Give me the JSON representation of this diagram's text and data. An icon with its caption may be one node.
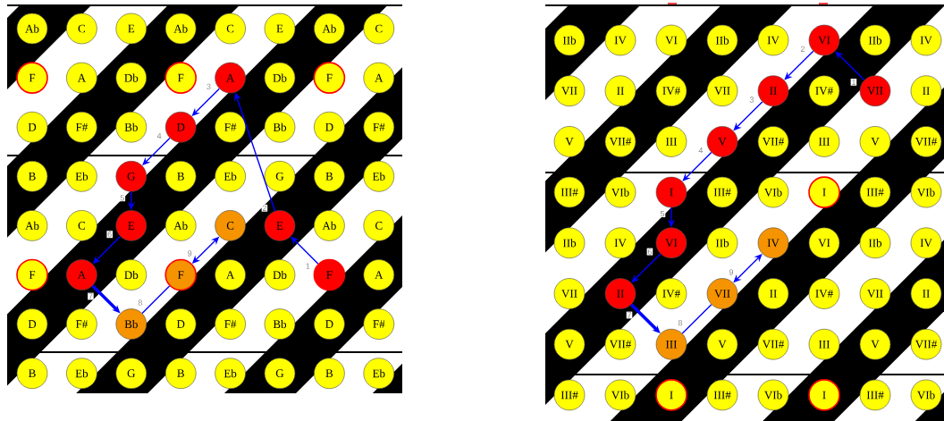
{
  "diagram": {
    "nodes": [
      {
        "text": [
          "Ab"
        ]
      },
      {
        "text": [
          "C"
        ]
      },
      {
        "text": [
          "E"
        ]
      },
      {
        "text": [
          "Ab"
        ]
      },
      {
        "text": [
          "C"
        ]
      },
      {
        "text": [
          "E"
        ]
      },
      {
        "text": [
          "Ab"
        ]
      },
      {
        "text": [
          "C"
        ]
      },
      {
        "text": [
          "F"
        ]
      },
      {
        "text": [
          "A"
        ]
      },
      {
        "text": [
          "Db"
        ]
      },
      {
        "text": [
          "F"
        ]
      },
      {
        "text": [
          "A"
        ]
      },
      {
        "text": [
          "Db"
        ]
      },
      {
        "text": [
          "F"
        ]
      },
      {
        "text": [
          "A"
        ]
      },
      {
        "text": [
          "D"
        ]
      },
      {
        "text": [
          "F#"
        ]
      },
      {
        "text": [
          "Bb"
        ]
      },
      {
        "text": [
          "D"
        ]
      },
      {
        "text": [
          "F#"
        ]
      },
      {
        "text": [
          "Bb"
        ]
      },
      {
        "text": [
          "D"
        ]
      },
      {
        "text": [
          "F#"
        ]
      },
      {
        "text": [
          "B"
        ]
      },
      {
        "text": [
          "Eb"
        ]
      },
      {
        "text": [
          "G"
        ]
      },
      {
        "text": [
          "B"
        ]
      },
      {
        "text": [
          "Eb"
        ]
      },
      {
        "text": [
          "G"
        ]
      },
      {
        "text": [
          "B"
        ]
      },
      {
        "text": [
          "Eb"
        ]
      },
      {
        "text": [
          "Ab"
        ]
      },
      {
        "text": [
          "C"
        ]
      },
      {
        "text": [
          "E"
        ]
      },
      {
        "text": [
          "Ab"
        ]
      },
      {
        "text": [
          "C"
        ]
      },
      {
        "text": [
          "E"
        ]
      },
      {
        "text": [
          "Ab"
        ]
      },
      {
        "text": [
          "C"
        ]
      },
      {
        "text": [
          "F"
        ]
      },
      {
        "text": [
          "A"
        ]
      },
      {
        "text": [
          "Db"
        ]
      },
      {
        "text": [
          "F"
        ]
      },
      {
        "text": [
          "A"
        ]
      },
      {
        "text": [
          "Db"
        ]
      },
      {
        "text": [
          "F"
        ]
      },
      {
        "text": [
          "A"
        ]
      },
      {
        "text": [
          "D"
        ]
      },
      {
        "text": [
          "F#"
        ]
      },
      {
        "text": [
          "Bb"
        ]
      },
      {
        "text": [
          "D"
        ]
      },
      {
        "text": [
          "F#"
        ]
      },
      {
        "text": [
          "Bb"
        ]
      },
      {
        "text": [
          "D"
        ]
      },
      {
        "text": [
          "F#"
        ]
      },
      {
        "text": [
          "B"
        ]
      },
      {
        "text": [
          "Eb"
        ]
      },
      {
        "text": [
          "G"
        ]
      },
      {
        "text": [
          "B"
        ]
      },
      {
        "text": [
          "Eb"
        ]
      },
      {
        "text": [
          "G"
        ]
      },
      {
        "text": [
          "B"
        ]
      },
      {
        "text": [
          "Eb"
        ]
      },
      {
        "text": [
          "IIb"
        ]
      },
      {
        "text": [
          "IV"
        ]
      },
      {
        "text": [
          "VI"
        ]
      },
      {
        "text": [
          "IIb"
        ]
      },
      {
        "text": [
          "IV"
        ]
      },
      {
        "text": [
          "VI"
        ]
      },
      {
        "text": [
          "IIb"
        ]
      },
      {
        "text": [
          "IV"
        ]
      },
      {
        "text": [
          "VII"
        ]
      },
      {
        "text": [
          "II"
        ]
      },
      {
        "text": [
          "IV#"
        ]
      },
      {
        "text": [
          "VII"
        ]
      },
      {
        "text": [
          "II"
        ]
      },
      {
        "text": [
          "IV#"
        ]
      },
      {
        "text": [
          "VII"
        ]
      },
      {
        "text": [
          "II"
        ]
      },
      {
        "text": [
          "V"
        ]
      },
      {
        "text": [
          "VII#"
        ]
      },
      {
        "text": [
          "III"
        ]
      },
      {
        "text": [
          "V"
        ]
      },
      {
        "text": [
          "VII#"
        ]
      },
      {
        "text": [
          "III"
        ]
      },
      {
        "text": [
          "V"
        ]
      },
      {
        "text": [
          "VII#"
        ]
      },
      {
        "text": [
          "III#"
        ]
      },
      {
        "text": [
          "VIb"
        ]
      },
      {
        "text": [
          "I"
        ]
      },
      {
        "text": [
          "III#"
        ]
      },
      {
        "text": [
          "VIb"
        ]
      },
      {
        "text": [
          "I"
        ]
      },
      {
        "text": [
          "III#"
        ]
      },
      {
        "text": [
          "VIb"
        ]
      },
      {
        "text": [
          "IIb"
        ]
      },
      {
        "text": [
          "IV"
        ]
      },
      {
        "text": [
          "VI"
        ]
      },
      {
        "text": [
          "IIb"
        ]
      },
      {
        "text": [
          "IV"
        ]
      },
      {
        "text": [
          "VI"
        ]
      },
      {
        "text": [
          "IIb"
        ]
      },
      {
        "text": [
          "IV"
        ]
      },
      {
        "text": [
          "VII"
        ]
      },
      {
        "text": [
          "II"
        ]
      },
      {
        "text": [
          "IV#"
        ]
      },
      {
        "text": [
          "VII"
        ]
      },
      {
        "text": [
          "II"
        ]
      },
      {
        "text": [
          "IV#"
        ]
      },
      {
        "text": [
          "VII"
        ]
      },
      {
        "text": [
          "II"
        ]
      },
      {
        "text": [
          "V"
        ]
      },
      {
        "text": [
          "VII#"
        ]
      },
      {
        "text": [
          "III"
        ]
      },
      {
        "text": [
          "V"
        ]
      },
      {
        "text": [
          "VII#"
        ]
      },
      {
        "text": [
          "III"
        ]
      },
      {
        "text": [
          "V"
        ]
      },
      {
        "text": [
          "VII#"
        ]
      },
      {
        "text": [
          "III#"
        ]
      },
      {
        "text": [
          "VIb"
        ]
      },
      {
        "text": [
          "I"
        ]
      },
      {
        "text": [
          "III#"
        ]
      },
      {
        "text": [
          "VIb"
        ]
      },
      {
        "text": [
          "I"
        ]
      },
      {
        "text": [
          "III#"
        ]
      },
      {
        "text": [
          "VIb"
        ]
      }
    ],
    "edges": [
      {
        "from": 46,
        "to": 37,
        "arrow": "to",
        "label": "1"
      },
      {
        "from": 37,
        "to": 12,
        "arrow": "to",
        "label": "2"
      },
      {
        "from": 12,
        "to": 19,
        "arrow": "to",
        "label": "3"
      },
      {
        "from": 19,
        "to": 26,
        "arrow": "to",
        "label": "4"
      },
      {
        "from": 26,
        "to": 34,
        "arrow": "to",
        "label": "5"
      },
      {
        "from": 34,
        "to": 41,
        "arrow": "to",
        "label": "6"
      },
      {
        "from": 41,
        "to": 50,
        "arrow": "to",
        "label": "7",
        "style": "thick"
      },
      {
        "from": 50,
        "to": 43,
        "arrow": "none",
        "label": "8"
      },
      {
        "from": 43,
        "to": 36,
        "arrow": "both",
        "label": "9"
      },
      {
        "from": 78,
        "to": 69,
        "arrow": "to",
        "label": "1"
      },
      {
        "from": 69,
        "to": 76,
        "arrow": "to",
        "label": "2"
      },
      {
        "from": 76,
        "to": 83,
        "arrow": "to",
        "label": "3"
      },
      {
        "from": 83,
        "to": 90,
        "arrow": "to",
        "label": "4"
      },
      {
        "from": 90,
        "to": 98,
        "arrow": "to",
        "label": "5"
      },
      {
        "from": 98,
        "to": 105,
        "arrow": "to",
        "label": "6"
      },
      {
        "from": 105,
        "to": 114,
        "arrow": "to",
        "label": "7",
        "style": "thick"
      },
      {
        "from": 114,
        "to": 107,
        "arrow": "none",
        "label": "8"
      },
      {
        "from": 107,
        "to": 100,
        "arrow": "both",
        "label": "9"
      }
    ]
  }
}
